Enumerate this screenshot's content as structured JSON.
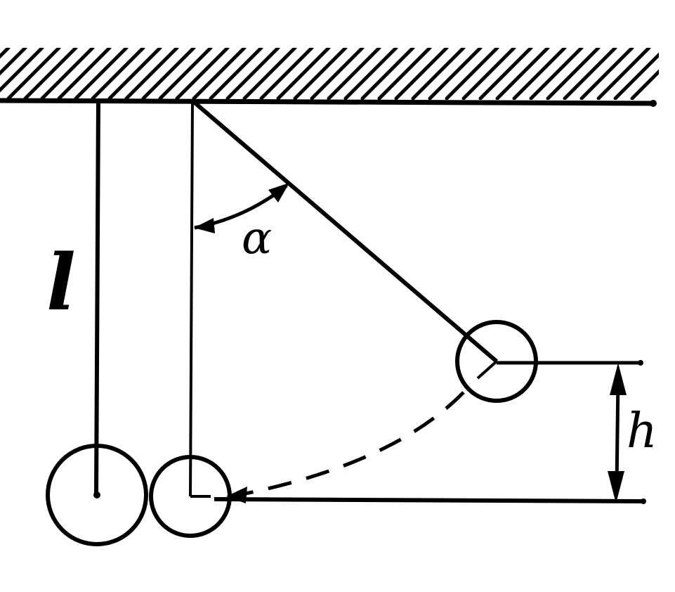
{
  "diagram": {
    "labels": {
      "length": "l",
      "angle": "α",
      "height": "h"
    },
    "colors": {
      "ink": "#000000",
      "background": "#ffffff"
    }
  }
}
